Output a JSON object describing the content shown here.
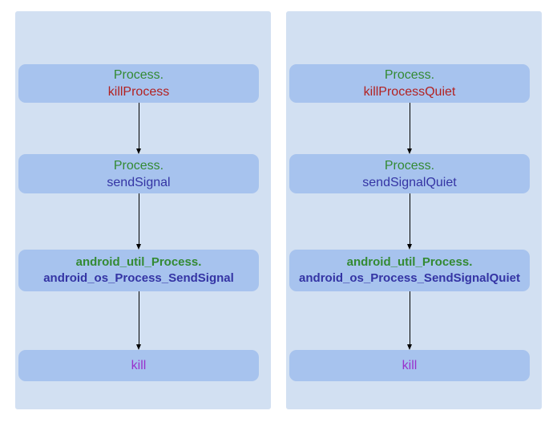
{
  "colors": {
    "page_bg": "#ffffff",
    "panel_bg": "#d2e0f2",
    "node_bg": "#a7c3ee",
    "green": "#338a33",
    "red": "#b22222",
    "navy": "#3434a4",
    "magenta": "#9932cc",
    "arrow": "#000000"
  },
  "panels": [
    {
      "nodes": [
        {
          "lines": [
            {
              "text": "Process.",
              "color": "green"
            },
            {
              "text": "killProcess",
              "color": "red"
            }
          ]
        },
        {
          "lines": [
            {
              "text": "Process.",
              "color": "green"
            },
            {
              "text": "sendSignal",
              "color": "navy"
            }
          ]
        },
        {
          "lines": [
            {
              "text": "android_util_Process.",
              "color": "green"
            },
            {
              "text": "android_os_Process_SendSignal",
              "color": "navy"
            }
          ]
        },
        {
          "lines": [
            {
              "text": "kill",
              "color": "magenta"
            }
          ]
        }
      ]
    },
    {
      "nodes": [
        {
          "lines": [
            {
              "text": "Process.",
              "color": "green"
            },
            {
              "text": "killProcessQuiet",
              "color": "red"
            }
          ]
        },
        {
          "lines": [
            {
              "text": "Process.",
              "color": "green"
            },
            {
              "text": "sendSignalQuiet",
              "color": "navy"
            }
          ]
        },
        {
          "lines": [
            {
              "text": "android_util_Process.",
              "color": "green"
            },
            {
              "text": "android_os_Process_SendSignalQuiet",
              "color": "navy"
            }
          ]
        },
        {
          "lines": [
            {
              "text": "kill",
              "color": "magenta"
            }
          ]
        }
      ]
    }
  ]
}
